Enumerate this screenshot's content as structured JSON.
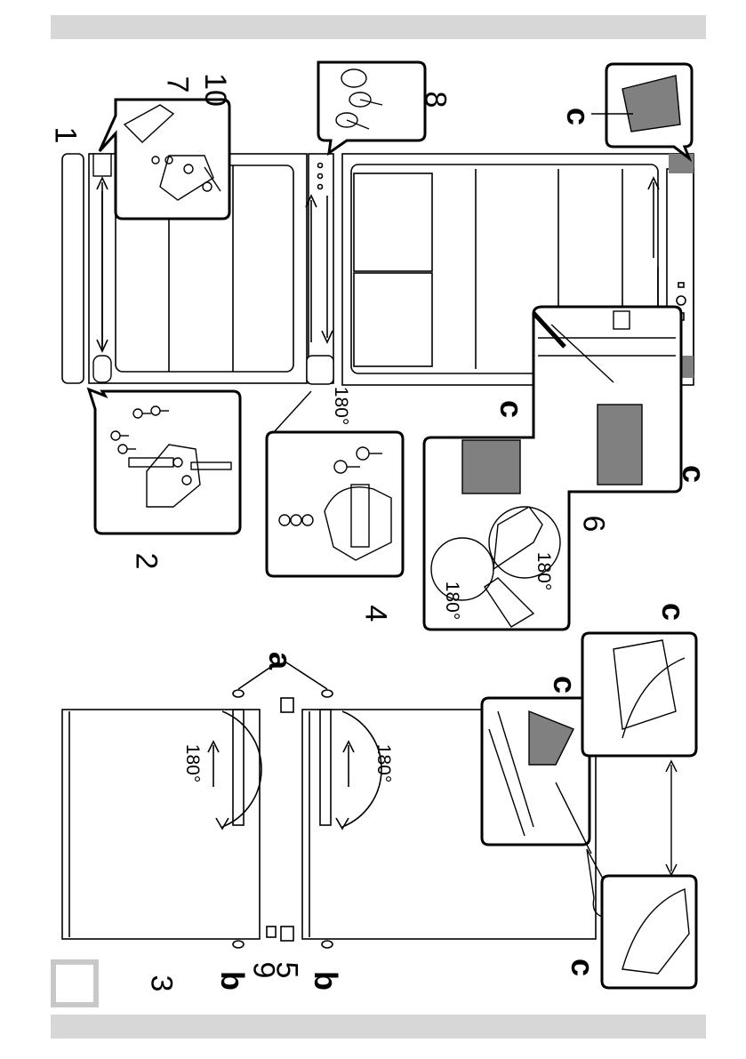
{
  "labels": {
    "n1": "1",
    "n2": "2",
    "n3": "3",
    "n4": "4",
    "n5": "5",
    "n6": "6",
    "n7": "7",
    "n8": "8",
    "n9": "9",
    "n10": "10",
    "a": "a",
    "b": "b",
    "c": "c"
  },
  "angle": "180°",
  "colors": {
    "bar": "#d7d7d7",
    "line": "#000000",
    "cover": "#808080"
  }
}
